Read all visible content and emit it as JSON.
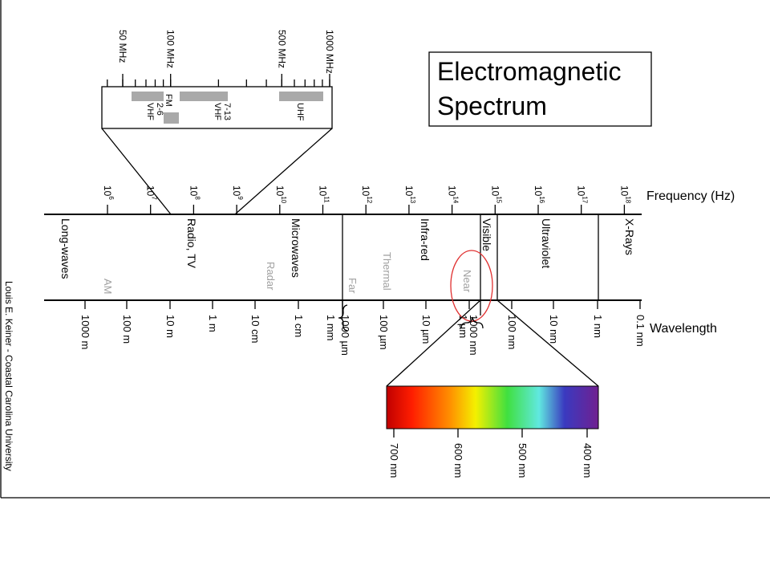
{
  "title": {
    "line1": "Electromagnetic",
    "line2": "Spectrum"
  },
  "credit": "Louis E. Keiner - Coastal Carolina University",
  "frequency_axis": {
    "label": "Frequency (Hz)",
    "ticks": [
      {
        "base": "10",
        "exp": "6"
      },
      {
        "base": "10",
        "exp": "7"
      },
      {
        "base": "10",
        "exp": "8"
      },
      {
        "base": "10",
        "exp": "9"
      },
      {
        "base": "10",
        "exp": "10"
      },
      {
        "base": "10",
        "exp": "11"
      },
      {
        "base": "10",
        "exp": "12"
      },
      {
        "base": "10",
        "exp": "13"
      },
      {
        "base": "10",
        "exp": "14"
      },
      {
        "base": "10",
        "exp": "15"
      },
      {
        "base": "10",
        "exp": "16"
      },
      {
        "base": "10",
        "exp": "17"
      },
      {
        "base": "10",
        "exp": "18"
      }
    ]
  },
  "wavelength_axis": {
    "label": "Wavelength",
    "ticks": [
      "1000 m",
      "100 m",
      "10 m",
      "1 m",
      "10 cm",
      "1 cm",
      "1 mm",
      "1000 µm",
      "100 µm",
      "10 µm",
      "1 µm",
      "1000 nm",
      "100 nm",
      "10 nm",
      "1 nm",
      "0.1 nm"
    ]
  },
  "regions": {
    "long_waves": "Long-waves",
    "radio_tv": "Radio, TV",
    "microwaves": "Microwaves",
    "infra_red": "Infra-red",
    "visible": "Visible",
    "ultraviolet": "Ultraviolet",
    "x_rays": "X-Rays"
  },
  "subregions": {
    "am": "AM",
    "radar": "Radar",
    "far": "Far",
    "thermal": "Thermal",
    "near": "Near"
  },
  "radio_inset": {
    "ticks": [
      "50 MHz",
      "100 MHz",
      "500 MHz",
      "1000 MHz"
    ],
    "bands": {
      "vhf_low": "VHF\n2-6",
      "fm": "FM",
      "vhf_high": "VHF\n7-13",
      "uhf": "UHF"
    }
  },
  "visible_inset": {
    "ticks": [
      "700 nm",
      "600 nm",
      "500 nm",
      "400 nm"
    ]
  },
  "colors": {
    "band_gray": "#a9a9a9",
    "highlight_circle": "#e03030",
    "spectrum": [
      "#c00000",
      "#ff2000",
      "#ff8000",
      "#f0f000",
      "#40e040",
      "#60e0e0",
      "#3030c0",
      "#702090"
    ]
  }
}
